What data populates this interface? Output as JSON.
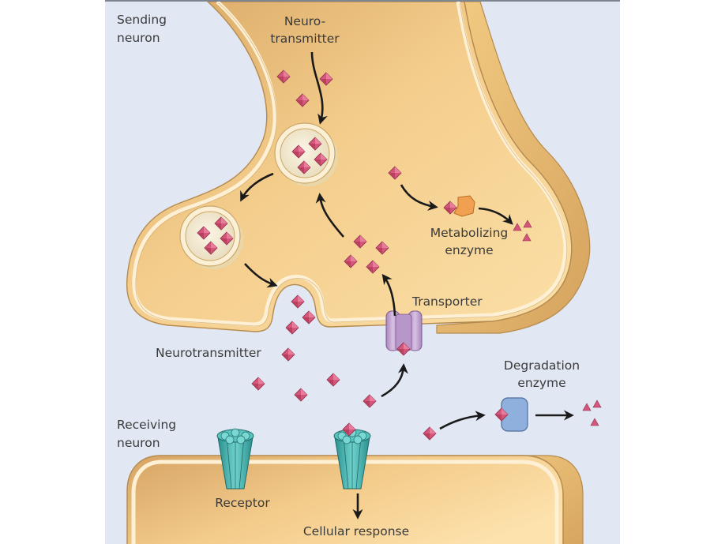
{
  "figure": {
    "title": "Synaptic neurotransmission",
    "colors": {
      "background": "#e1e7f3",
      "cytoplasm": "#f5cf8e",
      "membrane": "#fbeacb",
      "vesicle_fill": "#f3ead2",
      "neurotransmitter": "#d4567a",
      "metabolizing_enzyme": "#f0a050",
      "degradation_enzyme": "#8fb0dc",
      "transporter": "#c5a8d4",
      "receptor": "#3fb3b0",
      "arrow": "#1a1a1a"
    },
    "labels": {
      "sending_neuron_line1": "Sending",
      "sending_neuron_line2": "neuron",
      "neurotransmitter_top_line1": "Neuro-",
      "neurotransmitter_top_line2": "transmitter",
      "metabolizing_enzyme_line1": "Metabolizing",
      "metabolizing_enzyme_line2": "enzyme",
      "transporter": "Transporter",
      "neurotransmitter_cleft": "Neurotransmitter",
      "degradation_enzyme_line1": "Degradation",
      "degradation_enzyme_line2": "enzyme",
      "receiving_neuron_line1": "Receiving",
      "receiving_neuron_line2": "neuron",
      "receptor": "Receptor",
      "cellular_response": "Cellular response"
    },
    "components": [
      "sending-neuron-terminal",
      "synaptic-vesicle",
      "exocytosis-pit",
      "metabolizing-enzyme",
      "transporter",
      "degradation-enzyme",
      "receptor-unbound",
      "receptor-bound",
      "receiving-neuron"
    ]
  }
}
